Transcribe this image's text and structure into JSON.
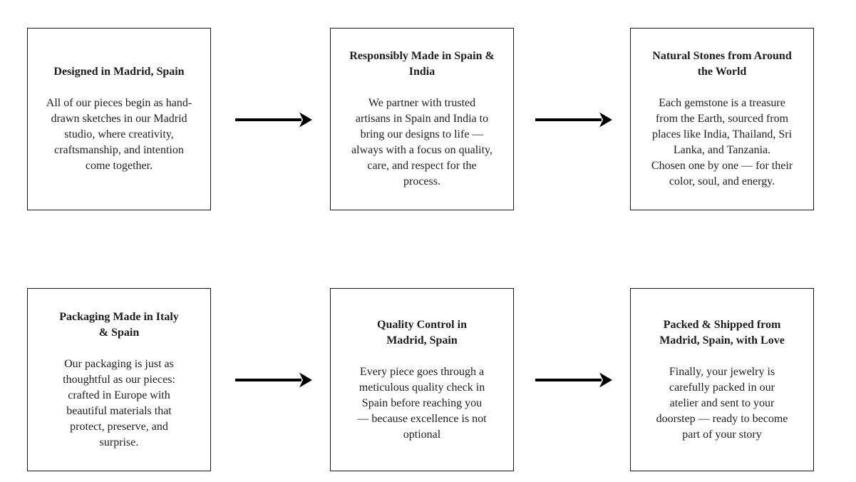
{
  "page": {
    "background": "#ffffff",
    "card_border_color": "#161616",
    "text_color": "#1d1d1d",
    "arrow_color": "#000000"
  },
  "flow": {
    "rows": [
      {
        "steps": [
          {
            "title": "Designed in Madrid, Spain",
            "body": "All of our pieces begin as hand-\ndrawn sketches in our Madrid\nstudio, where creativity,\ncraftsmanship, and intention\ncome together."
          },
          {
            "title": "Responsibly Made in Spain &\nIndia",
            "body": "We partner with trusted\nartisans in Spain and India to\nbring our designs to life —\nalways with a focus on quality,\ncare, and respect for the\nprocess."
          },
          {
            "title": "Natural Stones from Around\nthe World",
            "body": "Each gemstone is a treasure\nfrom the Earth, sourced from\nplaces like India, Thailand, Sri\nLanka, and Tanzania.\nChosen one by one — for their\ncolor, soul, and energy."
          }
        ]
      },
      {
        "steps": [
          {
            "title": "Packaging Made in Italy\n& Spain",
            "body": "Our packaging is just as\nthoughtful as our pieces:\ncrafted in Europe with\nbeautiful materials that\nprotect, preserve, and\nsurprise."
          },
          {
            "title": "Quality Control in\nMadrid, Spain",
            "body": "Every piece goes through a\nmeticulous quality check in\nSpain before reaching you\n— because excellence is not\noptional"
          },
          {
            "title": "Packed & Shipped from\nMadrid, Spain, with Love",
            "body": "Finally, your jewelry is\ncarefully packed in our\natelier and sent to your\ndoorstep — ready to become\npart of your story"
          }
        ]
      }
    ]
  }
}
